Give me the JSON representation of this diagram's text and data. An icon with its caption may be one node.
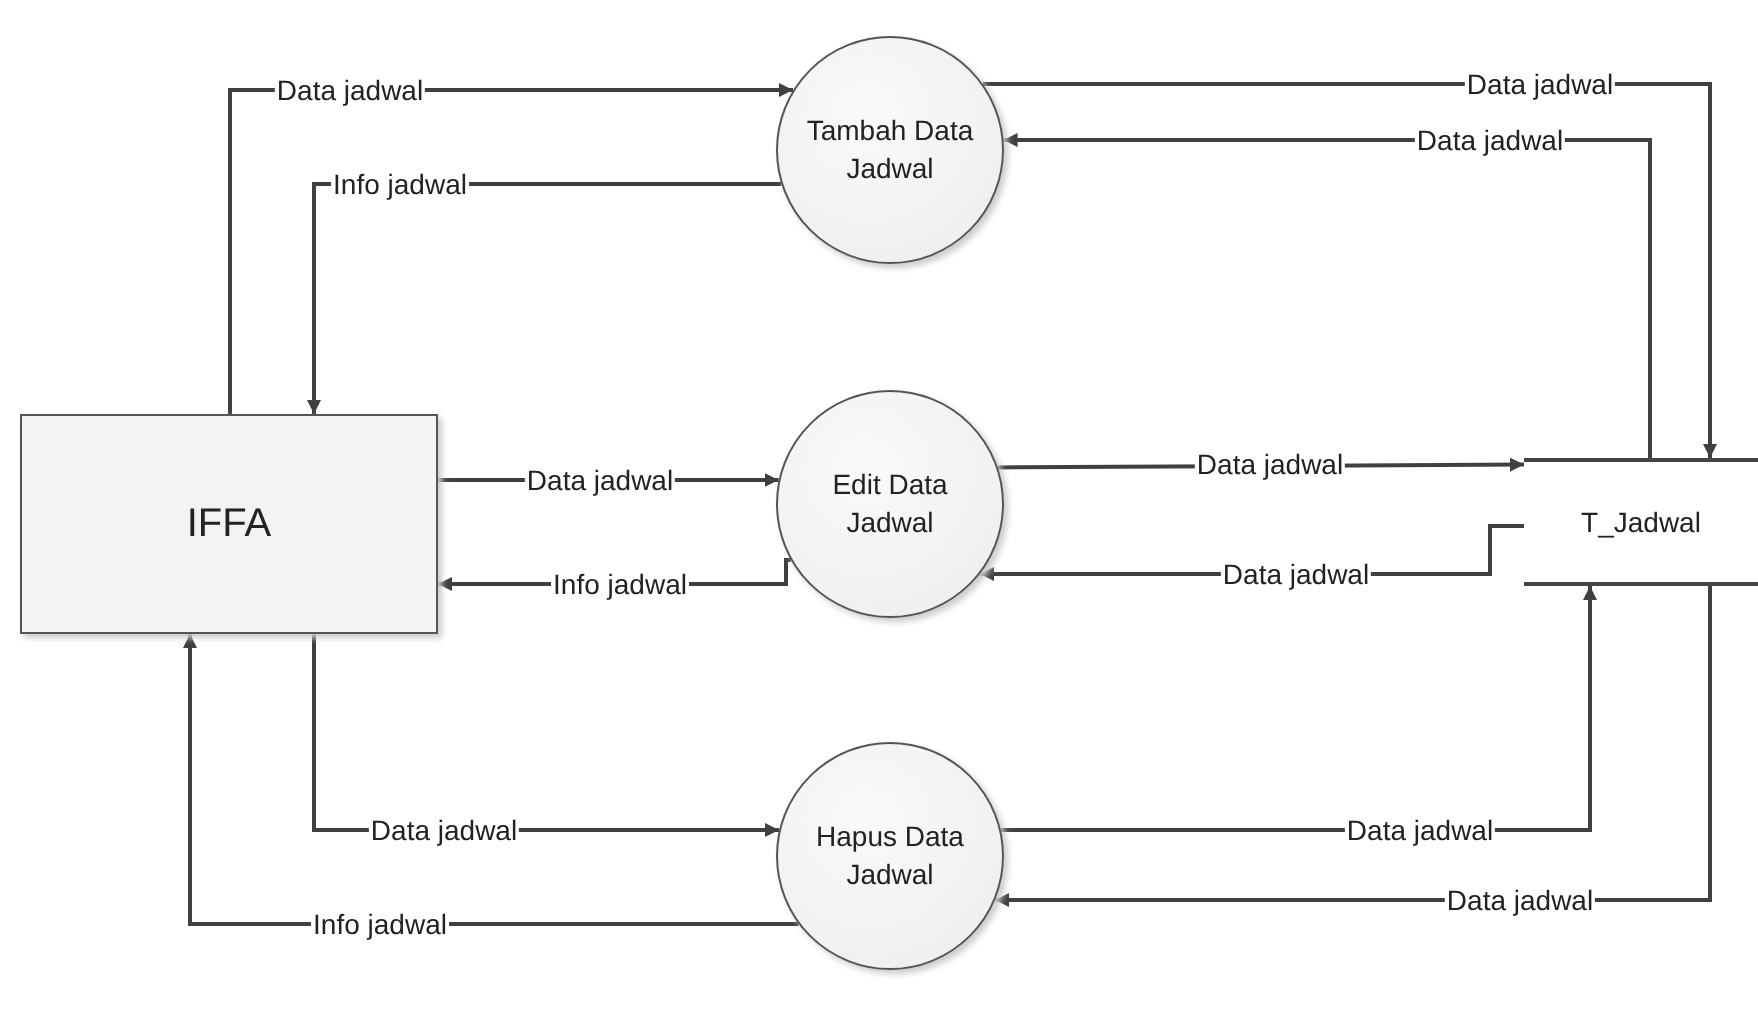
{
  "diagram": {
    "nodes": [
      {
        "text": [
          "IFFA"
        ]
      },
      {
        "text": [
          "Tambah Data Jadwal"
        ]
      },
      {
        "text": [
          "Edit Data Jadwal"
        ]
      },
      {
        "text": [
          "Hapus Data Jadwal"
        ]
      },
      {
        "text": [
          "T_Jadwal"
        ]
      }
    ],
    "edges": [
      {
        "from": 0,
        "to": 1,
        "arrow": "to",
        "label": "Data jadwal"
      },
      {
        "from": 1,
        "to": 0,
        "arrow": "to",
        "label": "Info jadwal"
      },
      {
        "from": 1,
        "to": 4,
        "arrow": "to",
        "label": "Data jadwal"
      },
      {
        "from": 4,
        "to": 1,
        "arrow": "to",
        "label": "Data jadwal"
      },
      {
        "from": 0,
        "to": 2,
        "arrow": "to",
        "label": "Data jadwal"
      },
      {
        "from": 2,
        "to": 0,
        "arrow": "to",
        "label": "Info jadwal"
      },
      {
        "from": 2,
        "to": 4,
        "arrow": "to",
        "label": "Data jadwal"
      },
      {
        "from": 4,
        "to": 2,
        "arrow": "to",
        "label": "Data jadwal"
      },
      {
        "from": 0,
        "to": 3,
        "arrow": "to",
        "label": "Data jadwal"
      },
      {
        "from": 3,
        "to": 0,
        "arrow": "to",
        "label": "Info jadwal"
      },
      {
        "from": 3,
        "to": 4,
        "arrow": "to",
        "label": "Data jadwal"
      },
      {
        "from": 4,
        "to": 3,
        "arrow": "to",
        "label": "Data jadwal"
      }
    ]
  }
}
